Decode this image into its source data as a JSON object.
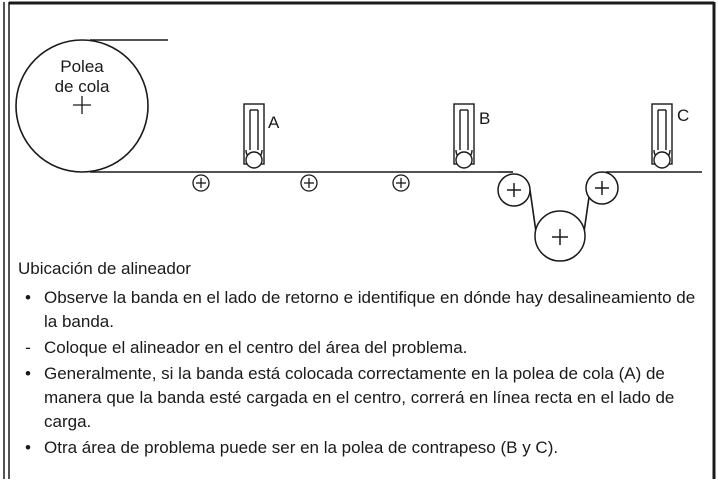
{
  "diagram": {
    "tail_pulley_label_line1": "Polea",
    "tail_pulley_label_line2": "de cola",
    "aligner_labels": [
      "A",
      "B",
      "C"
    ],
    "plus_glyph": "+"
  },
  "caption": "Ubicación de alineador",
  "notes": [
    {
      "marker": "•",
      "text": "Observe la banda en el lado de retorno e identifique en dónde hay desalineamiento de la banda."
    },
    {
      "marker": "-",
      "text": "Coloque el alineador en el centro del área del problema."
    },
    {
      "marker": "•",
      "text": "Generalmente, si la banda está colocada correctamente en la polea de cola (A) de manera que la banda esté cargada en el centro, correrá en línea recta en el lado de carga."
    },
    {
      "marker": "•",
      "text": "Otra área de problema puede ser en la polea de contrapeso (B y C)."
    }
  ]
}
